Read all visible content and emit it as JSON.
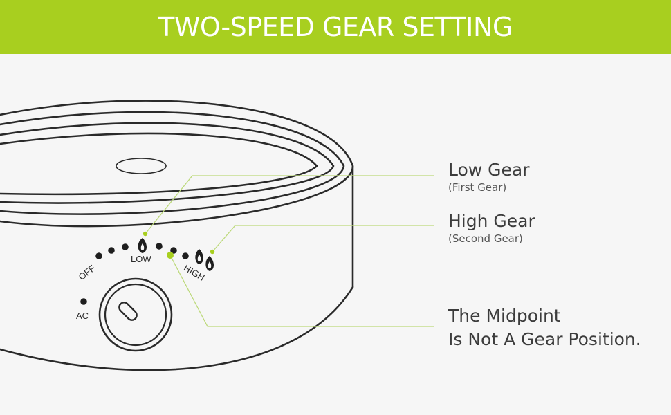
{
  "banner": {
    "title": "TWO-SPEED GEAR SETTING"
  },
  "colors": {
    "accent": "#a8cf1f",
    "outline": "#2a2a2a",
    "background": "#f6f6f6"
  },
  "dial": {
    "labels": {
      "off": "OFF",
      "low": "LOW",
      "high": "HIGH",
      "ac": "AC"
    }
  },
  "callouts": {
    "low": {
      "title": "Low Gear",
      "subtitle": "(First Gear)"
    },
    "high": {
      "title": "High Gear",
      "subtitle": "(Second Gear)"
    },
    "midpoint": {
      "line1": "The Midpoint",
      "line2": "Is Not A Gear Position."
    }
  },
  "icons": [
    "flame-icon",
    "double-flame-icon",
    "knob-icon"
  ]
}
